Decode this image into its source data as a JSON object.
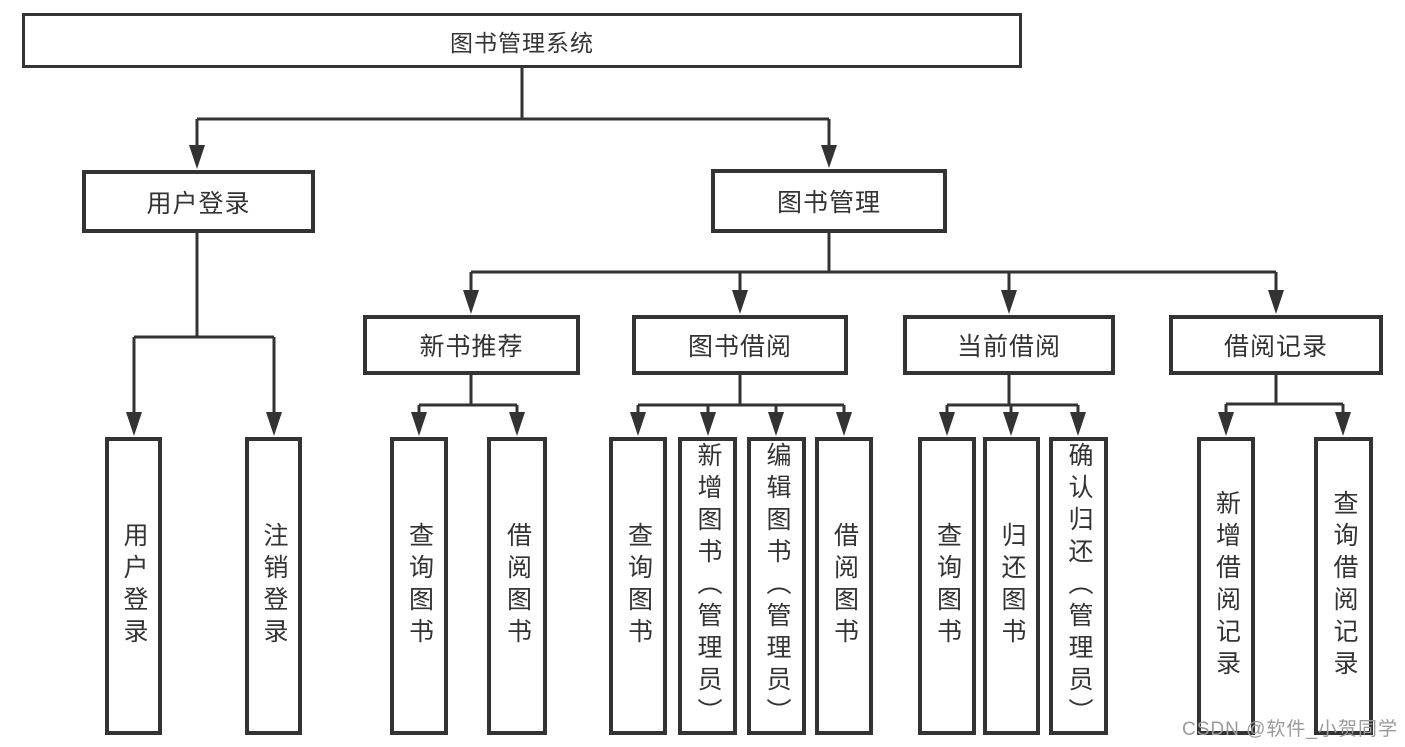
{
  "nodes": {
    "root": {
      "label": "图书管理系统"
    },
    "user_login": {
      "label": "用户登录"
    },
    "book_mgmt": {
      "label": "图书管理"
    },
    "new_books": {
      "label": "新书推荐"
    },
    "book_borrow": {
      "label": "图书借阅"
    },
    "current_borrow": {
      "label": "当前借阅"
    },
    "borrow_records": {
      "label": "借阅记录"
    },
    "leaf_user_login": {
      "label": "用户登录"
    },
    "leaf_logout": {
      "label": "注销登录"
    },
    "leaf_nb_query": {
      "label": "查询图书"
    },
    "leaf_nb_borrow": {
      "label": "借阅图书"
    },
    "leaf_bb_query": {
      "label": "查询图书"
    },
    "leaf_bb_add": {
      "label": "新增图书（管理员）"
    },
    "leaf_bb_edit": {
      "label": "编辑图书（管理员）"
    },
    "leaf_bb_borrow": {
      "label": "借阅图书"
    },
    "leaf_cb_query": {
      "label": "查询图书"
    },
    "leaf_cb_return": {
      "label": "归还图书"
    },
    "leaf_cb_confirm": {
      "label": "确认归还（管理员）"
    },
    "leaf_br_add": {
      "label": "新增借阅记录"
    },
    "leaf_br_query": {
      "label": "查询借阅记录"
    }
  },
  "structure": {
    "root": "图书管理系统",
    "children": [
      {
        "label": "用户登录",
        "children": [
          "用户登录",
          "注销登录"
        ]
      },
      {
        "label": "图书管理",
        "children": [
          {
            "label": "新书推荐",
            "children": [
              "查询图书",
              "借阅图书"
            ]
          },
          {
            "label": "图书借阅",
            "children": [
              "查询图书",
              "新增图书（管理员）",
              "编辑图书（管理员）",
              "借阅图书"
            ]
          },
          {
            "label": "当前借阅",
            "children": [
              "查询图书",
              "归还图书",
              "确认归还（管理员）"
            ]
          },
          {
            "label": "借阅记录",
            "children": [
              "新增借阅记录",
              "查询借阅记录"
            ]
          }
        ]
      }
    ]
  },
  "watermark": {
    "text": "CSDN @软件_小贺同学"
  },
  "colors": {
    "line": "#333333",
    "text": "#333333",
    "watermark": "#9b9b9b",
    "background": "#ffffff"
  }
}
